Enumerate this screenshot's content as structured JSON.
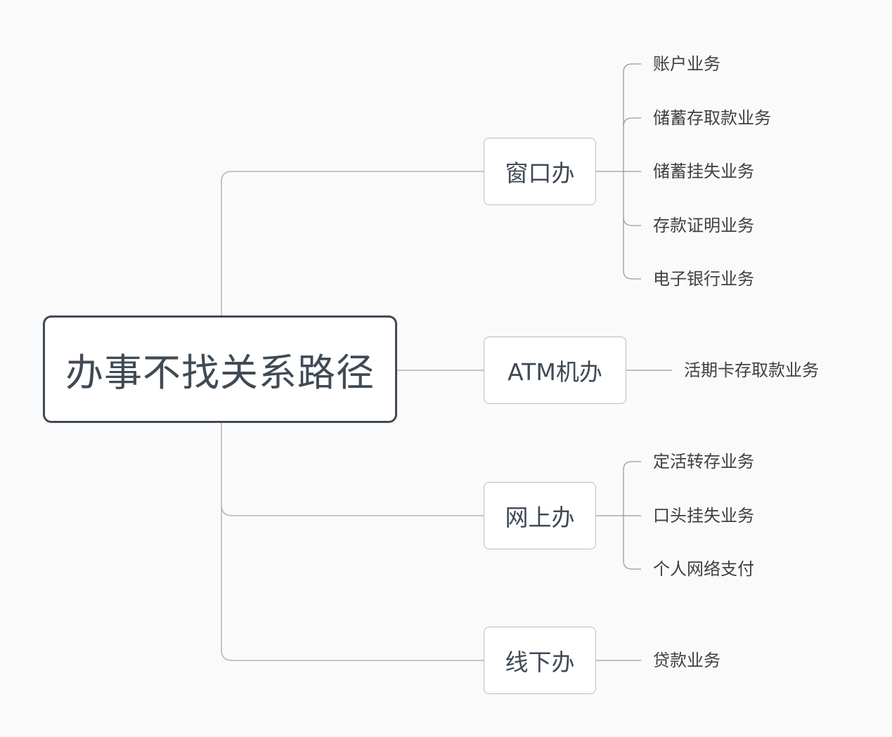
{
  "root": {
    "label": "办事不找关系路径"
  },
  "branches": [
    {
      "label": "窗口办",
      "leaves": [
        "账户业务",
        "储蓄存取款业务",
        "储蓄挂失业务",
        "存款证明业务",
        "电子银行业务"
      ]
    },
    {
      "label": "ATM机办",
      "leaves": [
        "活期卡存取款业务"
      ]
    },
    {
      "label": "网上办",
      "leaves": [
        "定活转存业务",
        "口头挂失业务",
        "个人网络支付"
      ]
    },
    {
      "label": "线下办",
      "leaves": [
        "贷款业务"
      ]
    }
  ]
}
